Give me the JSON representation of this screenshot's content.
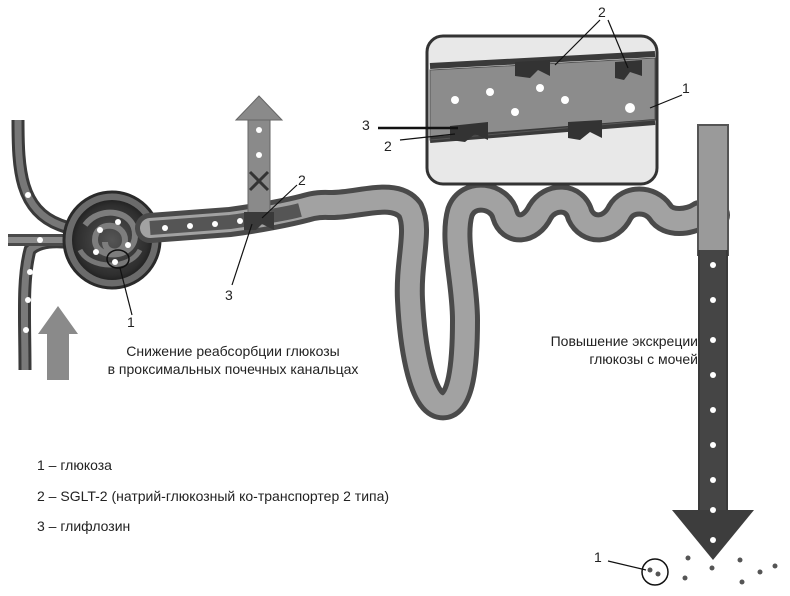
{
  "callouts": {
    "glucose": "1",
    "sglt2": "2",
    "gliflozin": "3"
  },
  "texts": {
    "reduced_reabsorption_line1": "Снижение реабсорбции глюкозы",
    "reduced_reabsorption_line2": "в проксимальных почечных канальцах",
    "increased_excretion_line1": "Повышение экскреции",
    "increased_excretion_line2": "глюкозы с мочей"
  },
  "legend": [
    {
      "label": "1 – глюкоза"
    },
    {
      "label": "2 – SGLT-2 (натрий-глюкозный ко-транспортер 2 типа)"
    },
    {
      "label": "3 – глифлозин"
    }
  ],
  "colors": {
    "tubule_wall": "#6a6a6a",
    "tubule_lumen": "#9a9a9a",
    "dark_tubule": "#4a4a4a",
    "arrow_fill": "#808080",
    "protein": "#3a3a3a"
  }
}
